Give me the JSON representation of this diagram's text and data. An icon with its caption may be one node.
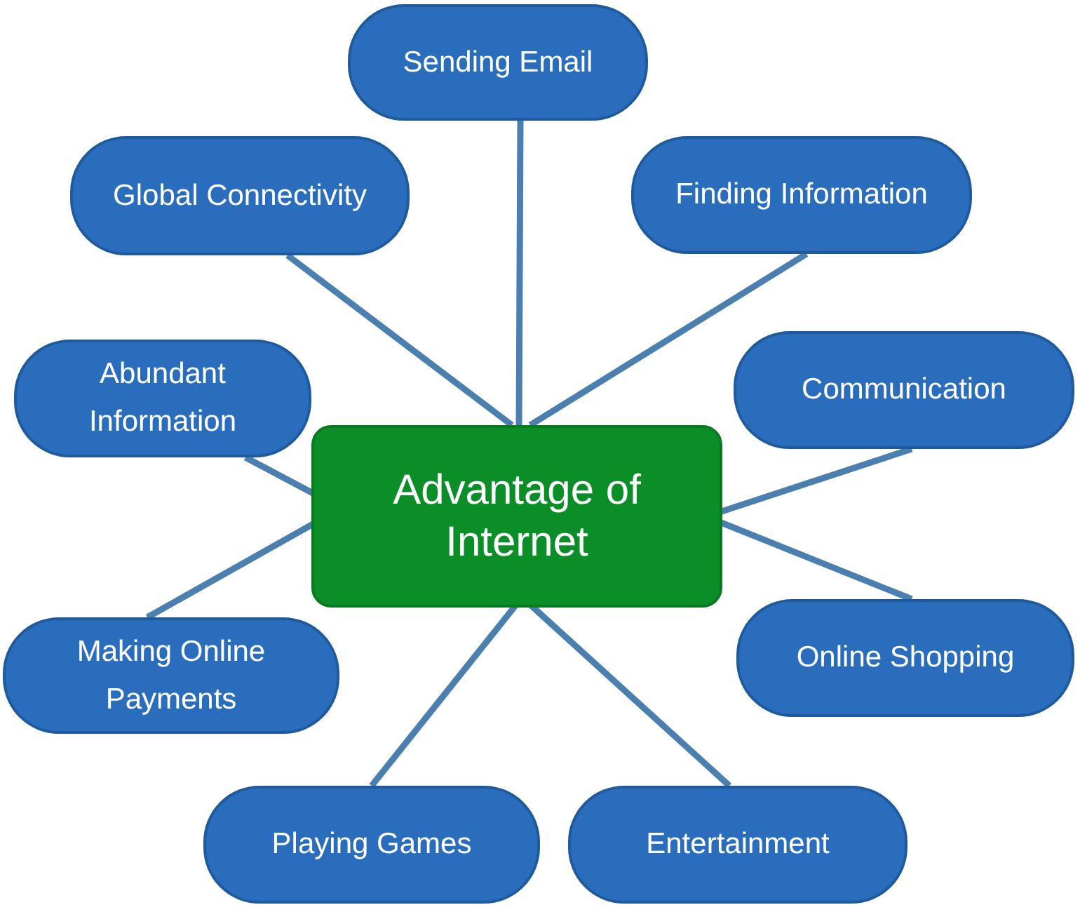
{
  "diagram": {
    "nodes": [
      {
        "text": [
          "Advantage of Internet"
        ]
      },
      {
        "text": [
          "Sending Email"
        ]
      },
      {
        "text": [
          "Global Connectivity"
        ]
      },
      {
        "text": [
          "Finding Information"
        ]
      },
      {
        "text": [
          "Abundant Information"
        ]
      },
      {
        "text": [
          "Communication"
        ]
      },
      {
        "text": [
          "Making Online Payments"
        ]
      },
      {
        "text": [
          "Online Shopping"
        ]
      },
      {
        "text": [
          "Playing Games"
        ]
      },
      {
        "text": [
          "Entertainment"
        ]
      }
    ],
    "edges": [
      {
        "from": 0,
        "to": 1,
        "arrow": "none"
      },
      {
        "from": 0,
        "to": 2,
        "arrow": "none"
      },
      {
        "from": 0,
        "to": 3,
        "arrow": "none"
      },
      {
        "from": 0,
        "to": 4,
        "arrow": "none"
      },
      {
        "from": 0,
        "to": 5,
        "arrow": "none"
      },
      {
        "from": 0,
        "to": 6,
        "arrow": "none"
      },
      {
        "from": 0,
        "to": 7,
        "arrow": "none"
      },
      {
        "from": 0,
        "to": 8,
        "arrow": "none"
      },
      {
        "from": 0,
        "to": 9,
        "arrow": "none"
      }
    ]
  }
}
